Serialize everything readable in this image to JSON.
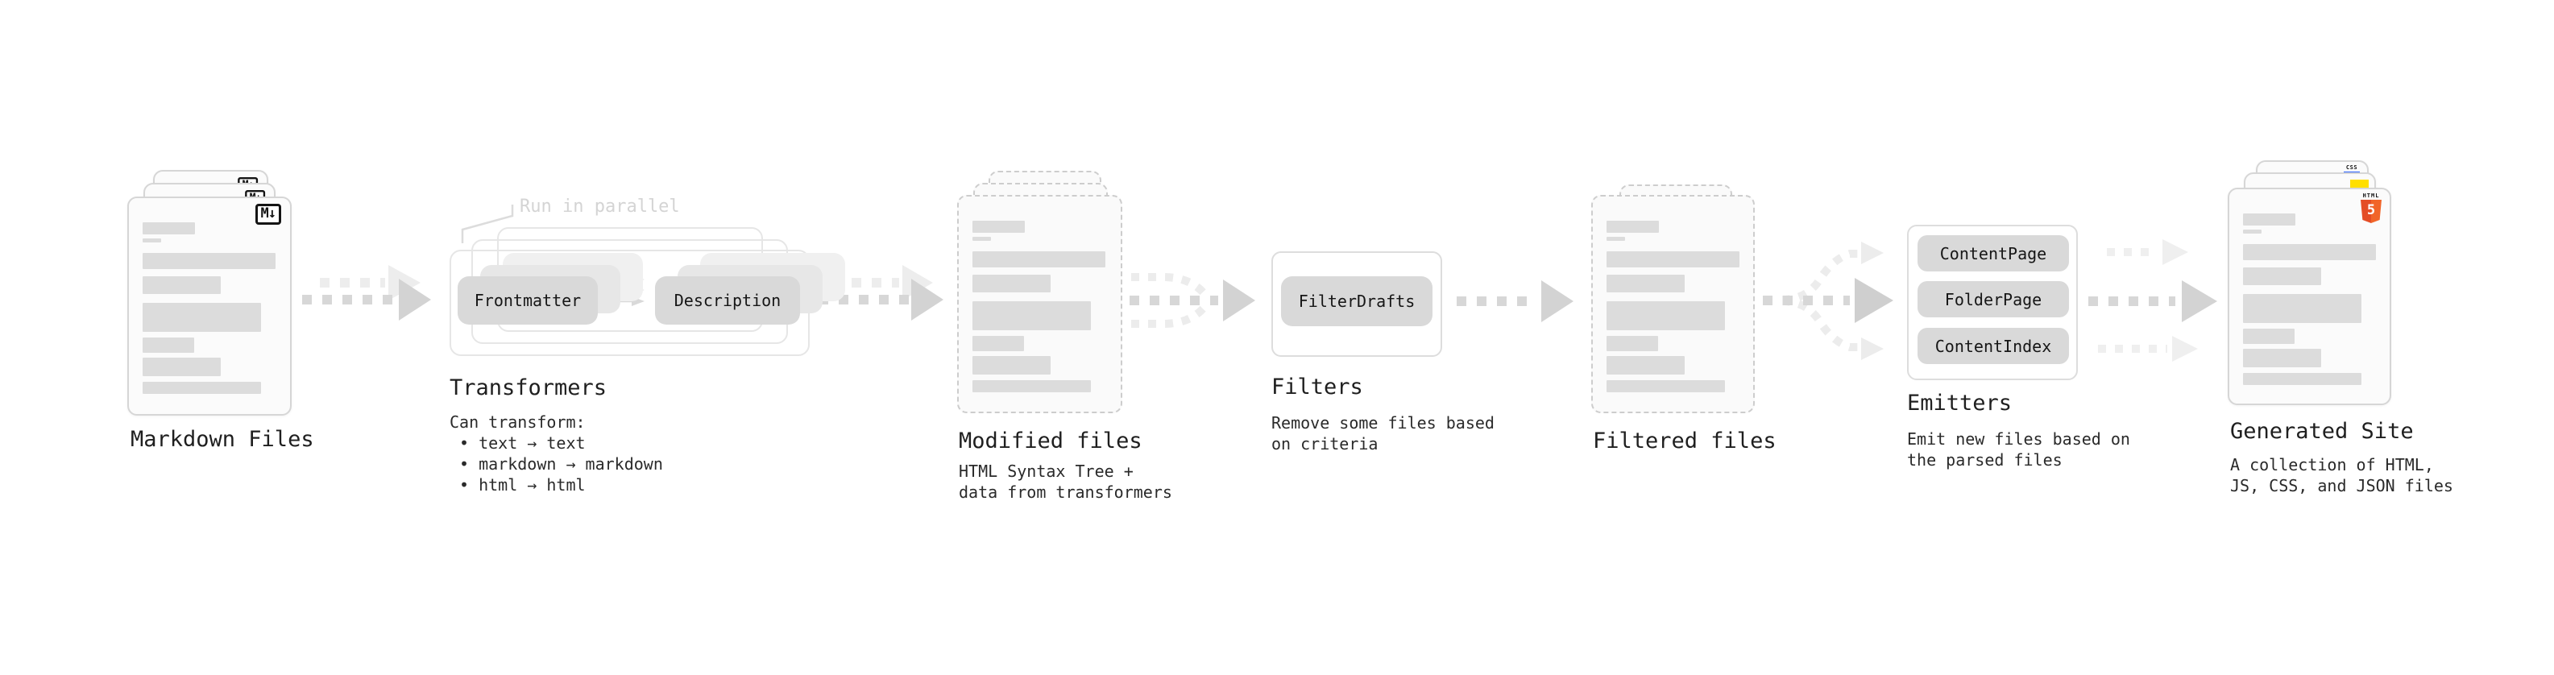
{
  "colors": {
    "html5_orange": "#e44d26",
    "js_yellow": "#ffdf00",
    "css_blue": "#2c63ff",
    "arrow_gray": "#d7d7d7",
    "arrow_light_gray": "#ededed",
    "node_fill": "#d9d9d9",
    "bar_fill": "#dcdcdc"
  },
  "markdown_files": {
    "label": "Markdown Files",
    "badge": "M↓"
  },
  "transformers": {
    "label": "Transformers",
    "callout": "Run in parallel",
    "nodes": [
      "Frontmatter",
      "Description"
    ],
    "desc_title": "Can transform:",
    "desc_items": [
      "• text → text",
      "• markdown → markdown",
      "• html → html"
    ]
  },
  "modified_files": {
    "label": "Modified files",
    "desc_lines": [
      "HTML Syntax Tree +",
      "data from transformers"
    ]
  },
  "filters": {
    "label": "Filters",
    "nodes": [
      "FilterDrafts"
    ],
    "desc_lines": [
      "Remove some files based",
      "on criteria"
    ]
  },
  "filtered_files": {
    "label": "Filtered files"
  },
  "emitters": {
    "label": "Emitters",
    "nodes": [
      "ContentPage",
      "FolderPage",
      "ContentIndex"
    ],
    "desc_lines": [
      "Emit new files based on",
      "the parsed files"
    ]
  },
  "generated_site": {
    "label": "Generated Site",
    "desc_lines": [
      "A collection of HTML,",
      "JS, CSS, and JSON files"
    ],
    "badges": {
      "css": "CSS",
      "html": "HTML",
      "html_number": "5"
    }
  }
}
